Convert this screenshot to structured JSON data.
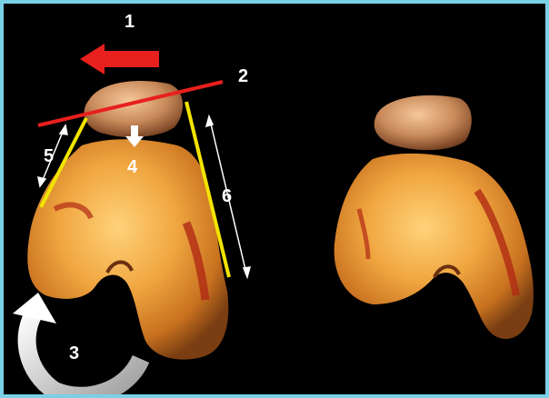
{
  "figure": {
    "labels": [
      {
        "id": "label-1",
        "text": "1",
        "color": "#ffffff"
      },
      {
        "id": "label-2",
        "text": "2",
        "color": "#ffffff"
      },
      {
        "id": "label-3",
        "text": "3",
        "color": "#ffffff"
      },
      {
        "id": "label-4",
        "text": "4",
        "color": "#ffffff"
      },
      {
        "id": "label-5",
        "text": "5",
        "color": "#ffffff"
      },
      {
        "id": "label-6",
        "text": "6",
        "color": "#ffffff"
      }
    ],
    "colors": {
      "background": "#000000",
      "border": "#7ad0e8",
      "arrow_red": "#e8201e",
      "line_red": "#e8201e",
      "line_yellow": "#f2e400",
      "bone_light": "#f3b24a",
      "bone_dark": "#b8541a",
      "curved_arrow": "#e6e6e6"
    },
    "icons": [
      "red-translation-arrow-icon",
      "white-down-arrow-icon",
      "curved-rotation-arrow-icon",
      "double-headed-arrow-icon"
    ]
  }
}
